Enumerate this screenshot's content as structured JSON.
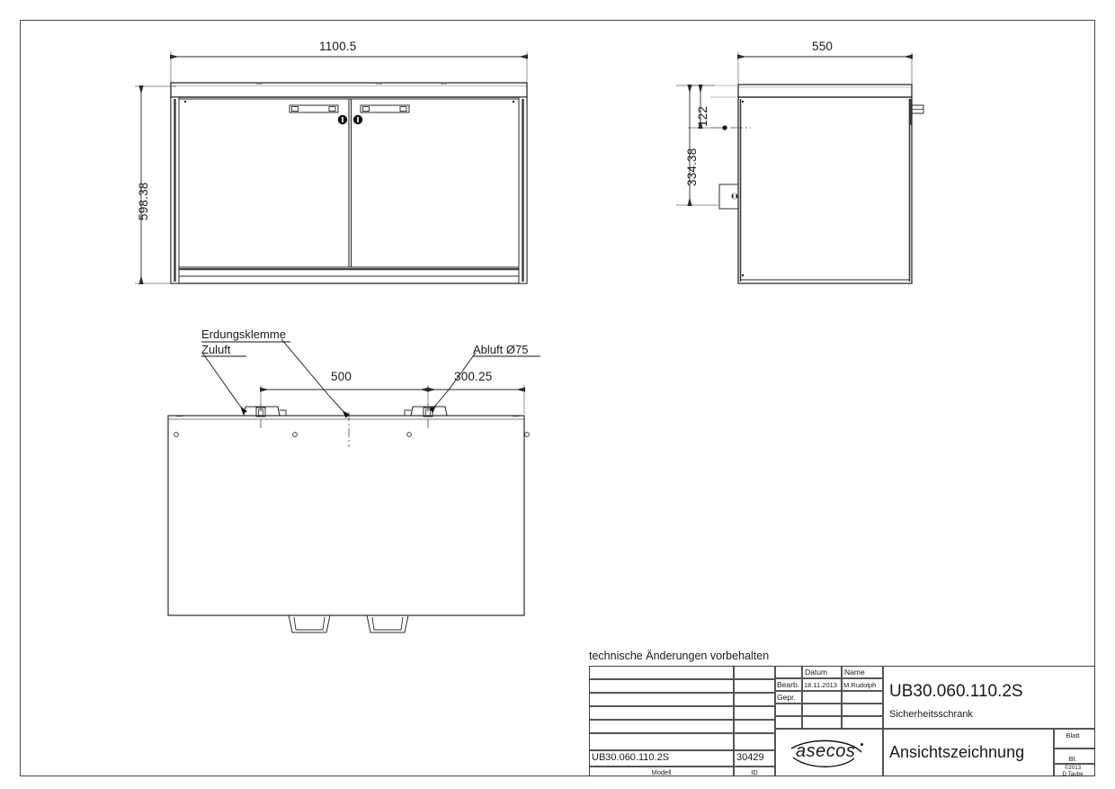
{
  "sheet": {
    "note_above_titleblock": "technische Änderungen vorbehalten"
  },
  "views": {
    "front": {
      "name": "front-view",
      "dimensions": {
        "width": "1100.5",
        "height": "598.38"
      }
    },
    "side": {
      "name": "side-view",
      "dimensions": {
        "width": "550",
        "top_offset": "122",
        "lock_height": "334.38"
      }
    },
    "top": {
      "name": "top-view",
      "dimensions": {
        "between_ports": "500",
        "right_offset": "300.25"
      },
      "callouts": [
        {
          "label": "Erdungsklemme"
        },
        {
          "label": "Zuluft"
        },
        {
          "label": "Abluft Ø75"
        }
      ]
    }
  },
  "title_block": {
    "columns": {
      "datum_header": "Datum",
      "name_header": "Name"
    },
    "rows": [
      {
        "role": "Bearb.",
        "datum": "18.11.2013",
        "name": "M.Rudolph"
      },
      {
        "role": "Gepr.",
        "datum": "",
        "name": ""
      },
      {
        "role": "",
        "datum": "",
        "name": ""
      },
      {
        "role": "",
        "datum": "",
        "name": ""
      }
    ],
    "part_number": "UB30.060.110.2S",
    "part_subtitle": "Sicherheitsschrank",
    "drawing_type": "Ansichtszeichnung",
    "brand": "asecos",
    "model_value": "UB30.060.110.2S",
    "model_label": "Modell",
    "id_value": "30429",
    "id_label": "ID",
    "sheet_label": "Blatt",
    "sheet_value": "Bl.",
    "copyright_line1": "©2013",
    "copyright_line2": "D.Taube"
  },
  "colors": {
    "line": "#2b2b2b",
    "thin": "#555555",
    "frame": "#4a4a4a",
    "fill": "#ffffff"
  }
}
